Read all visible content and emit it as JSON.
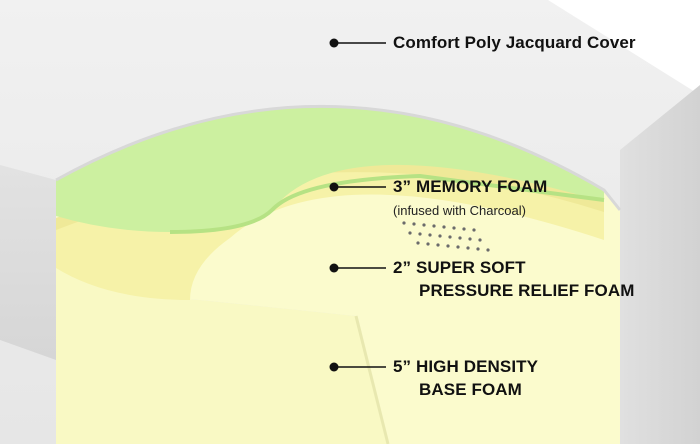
{
  "callouts": {
    "cover": {
      "label": "Comfort Poly Jacquard Cover"
    },
    "memory": {
      "label": "3” MEMORY FOAM",
      "sublabel": "(infused with Charcoal)"
    },
    "supersoft": {
      "line1": "2” SUPER SOFT",
      "line2": "PRESSURE RELIEF FOAM"
    },
    "base": {
      "line1": "5” HIGH DENSITY",
      "line2": "BASE FOAM"
    }
  },
  "colors": {
    "cover": "#e9e9e9",
    "memory_foam": "#ccf0a0",
    "super_soft_foam": "#f6f2a8",
    "base_foam": "#fbfbcd",
    "leader": "#111111"
  }
}
